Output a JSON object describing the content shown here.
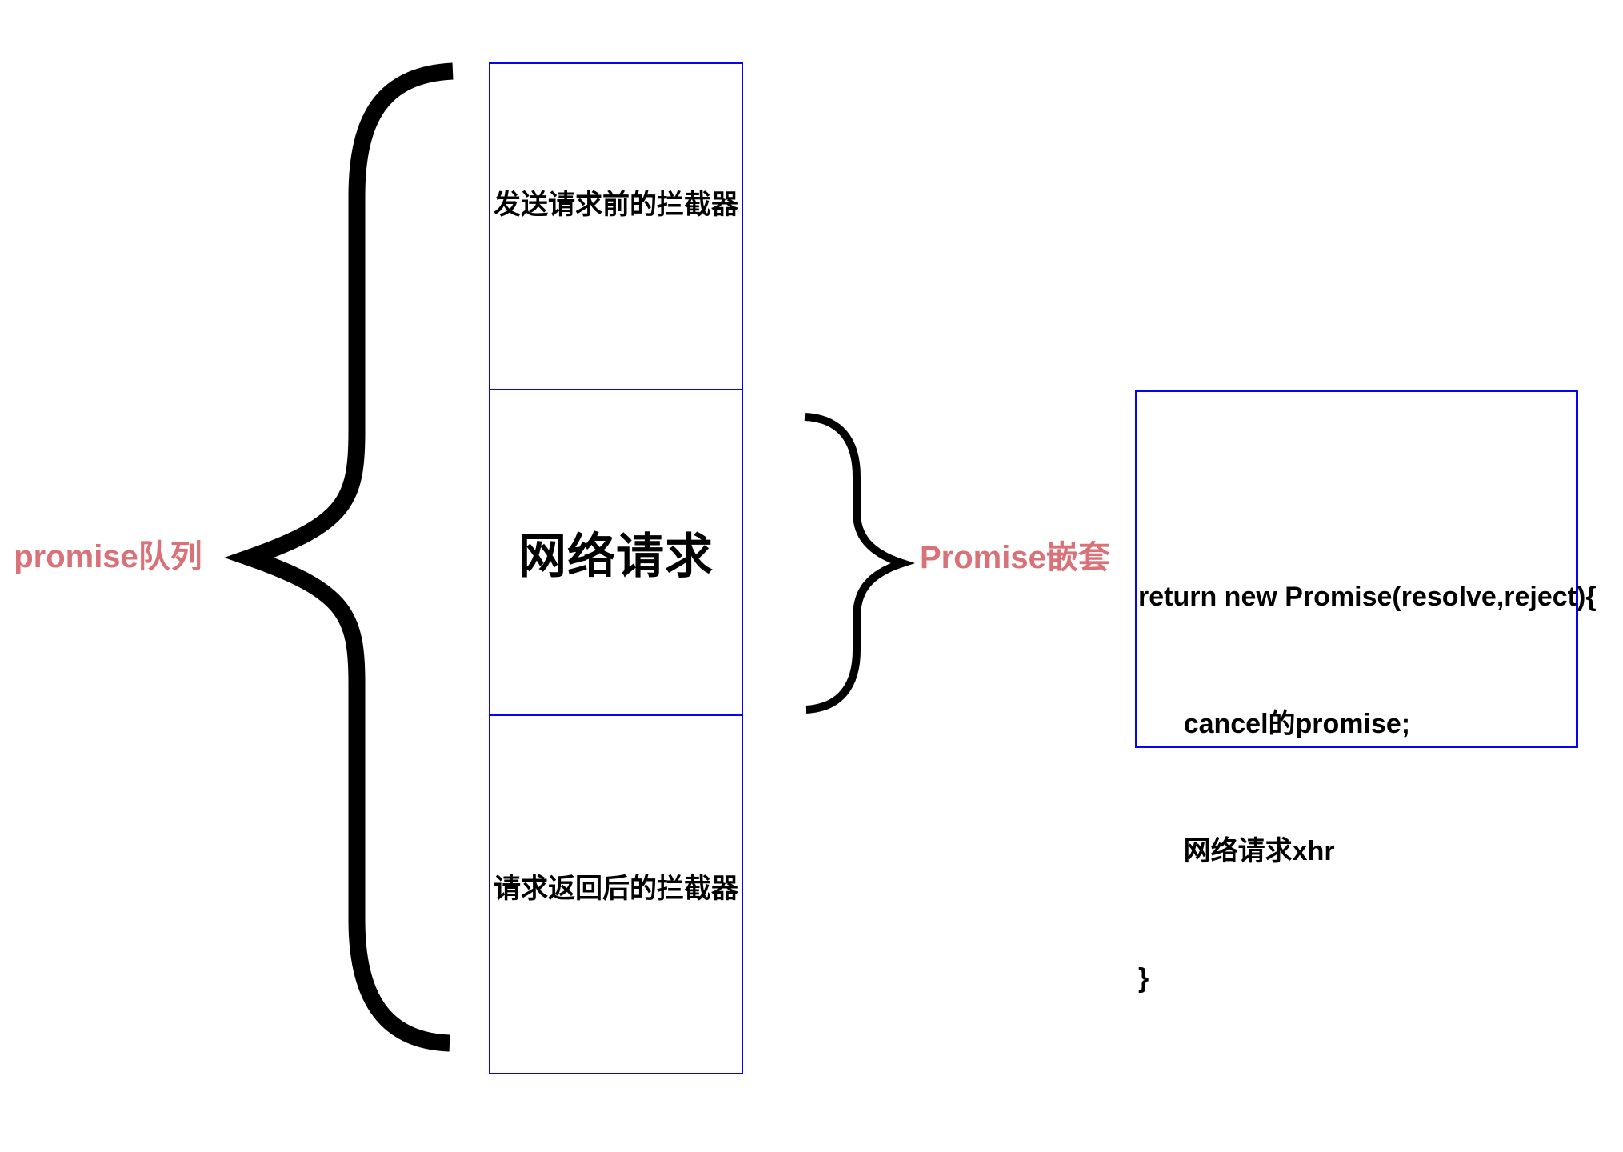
{
  "labels": {
    "left": "promise队列",
    "right": "Promise嵌套"
  },
  "queue_box": {
    "sections": [
      {
        "label": "发送请求前的拦截器"
      },
      {
        "label": "网络请求"
      },
      {
        "label": "请求返回后的拦截器"
      }
    ]
  },
  "code_box": {
    "lines": [
      "return new Promise(resolve,reject){",
      "      cancel的promise;",
      "      网络请求xhr",
      "}"
    ]
  },
  "icons": {
    "left_brace": "left-curly-brace",
    "right_brace": "right-curly-brace"
  },
  "colors": {
    "accent": "#d97179",
    "box_border": "#0404ee",
    "stroke": "#000000",
    "background": "#ffffff"
  }
}
